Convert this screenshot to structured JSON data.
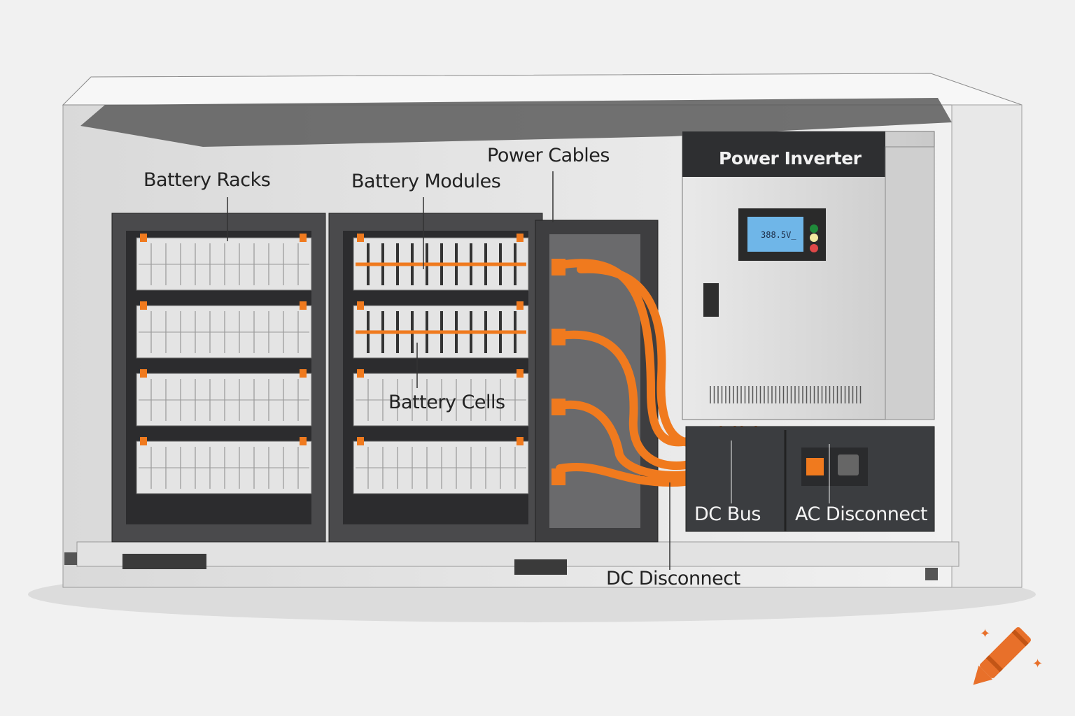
{
  "labels": {
    "battery_racks": "Battery Racks",
    "battery_modules": "Battery Modules",
    "power_cables": "Power Cables",
    "battery_cells": "Battery Cells",
    "power_inverter": "Power Inverter",
    "dc_bus": "DC Bus",
    "ac_disconnect": "AC Disconnect",
    "dc_disconnect": "DC Disconnect"
  },
  "inverter_display": "388.5V_",
  "colors": {
    "cable": "#f07a1e",
    "rack": "#3a3a3c",
    "cabinet": "#3b3d40",
    "display": "#6fb6e8",
    "indicator_green": "#1f8a3a",
    "indicator_yellow": "#f3e9a0",
    "indicator_red": "#e04848",
    "container": "#e6e6e6"
  },
  "logo": "crayon-icon"
}
